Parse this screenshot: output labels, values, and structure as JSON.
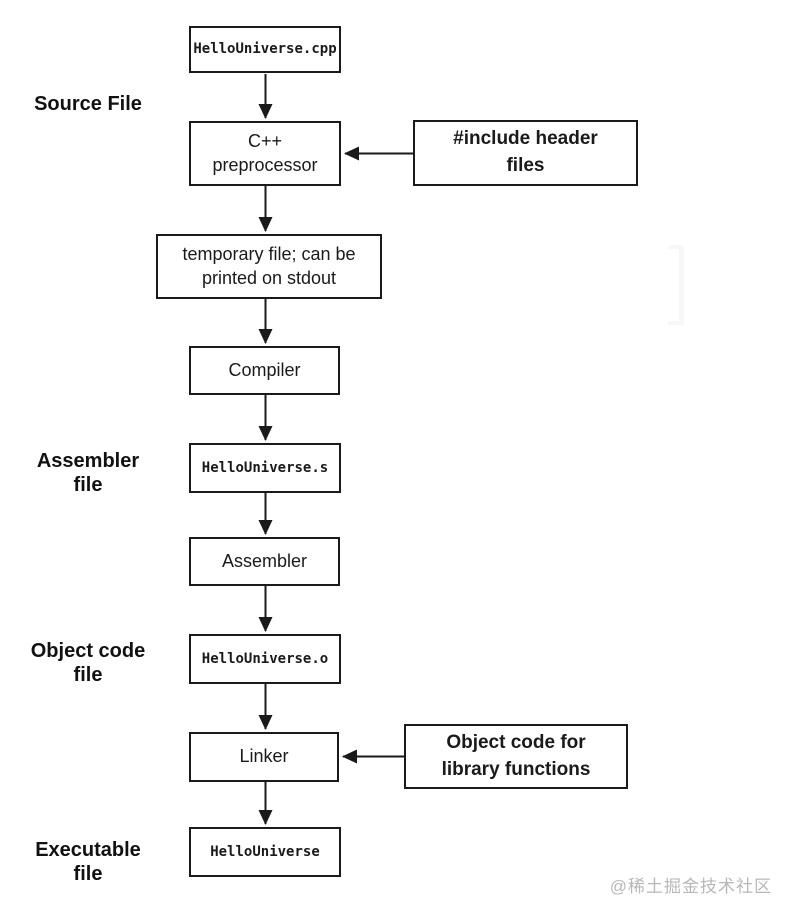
{
  "stage_labels": [
    {
      "text": "Source File"
    },
    {
      "text": "Assembler\nfile"
    },
    {
      "text": "Object code\nfile"
    },
    {
      "text": "Executable\nfile"
    }
  ],
  "nodes": [
    {
      "id": "source-file",
      "label": "HelloUniverse.cpp"
    },
    {
      "id": "preprocessor",
      "label": "C++\npreprocessor"
    },
    {
      "id": "temp-file",
      "label": "temporary file; can be\nprinted on stdout"
    },
    {
      "id": "compiler",
      "label": "Compiler"
    },
    {
      "id": "assembler-file",
      "label": "HelloUniverse.s"
    },
    {
      "id": "assembler",
      "label": "Assembler"
    },
    {
      "id": "object-file",
      "label": "HelloUniverse.o"
    },
    {
      "id": "linker",
      "label": "Linker"
    },
    {
      "id": "executable",
      "label": "HelloUniverse"
    }
  ],
  "inputs": [
    {
      "id": "include-headers",
      "label": "#include header\nfiles"
    },
    {
      "id": "library-objects",
      "label": "Object code for\nlibrary functions"
    }
  ],
  "watermark": "@稀土掘金技术社区",
  "colors": {
    "line": "#1a1a1a",
    "background": "#ffffff",
    "watermark": "#b8b8b8"
  }
}
